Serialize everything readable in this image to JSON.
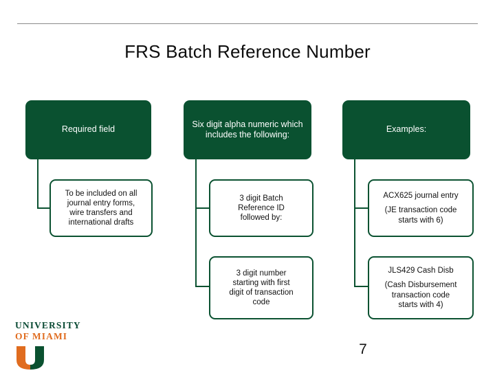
{
  "slide": {
    "title": "FRS Batch Reference Number",
    "page_number": "7",
    "accent_green": "#0a5130",
    "accent_orange": "#e06c1f",
    "rule_color": "#8a8a8a"
  },
  "diagram": {
    "type": "three-column-tree",
    "columns": [
      {
        "id": "column-required-field",
        "header": "Required field",
        "children": [
          {
            "id": "child-included-on",
            "lines": [
              "To be included on all",
              "journal entry forms,",
              "wire transfers and",
              "international drafts"
            ]
          }
        ]
      },
      {
        "id": "column-six-digit",
        "header": "Six digit alpha numeric which includes the following:",
        "children": [
          {
            "id": "child-batch-reference-id",
            "lines": [
              "3 digit Batch",
              "Reference ID",
              "followed by:"
            ]
          },
          {
            "id": "child-three-digit-number",
            "lines": [
              "3 digit number",
              "starting with first",
              "digit of transaction",
              "code"
            ]
          }
        ]
      },
      {
        "id": "column-examples",
        "header": "Examples:",
        "children": [
          {
            "id": "child-example-acx625",
            "title": "ACX625 journal entry",
            "lines": [
              "(JE transaction code",
              "starts with 6)"
            ]
          },
          {
            "id": "child-example-jls429",
            "title": "JLS429 Cash Disb",
            "lines": [
              "(Cash Disbursement",
              "transaction code",
              "starts with 4)"
            ]
          }
        ]
      }
    ]
  },
  "footer": {
    "logo_line_1": "UNIVERSITY",
    "logo_line_2": "OF MIAMI",
    "logo_mark": "miami-u-icon"
  }
}
